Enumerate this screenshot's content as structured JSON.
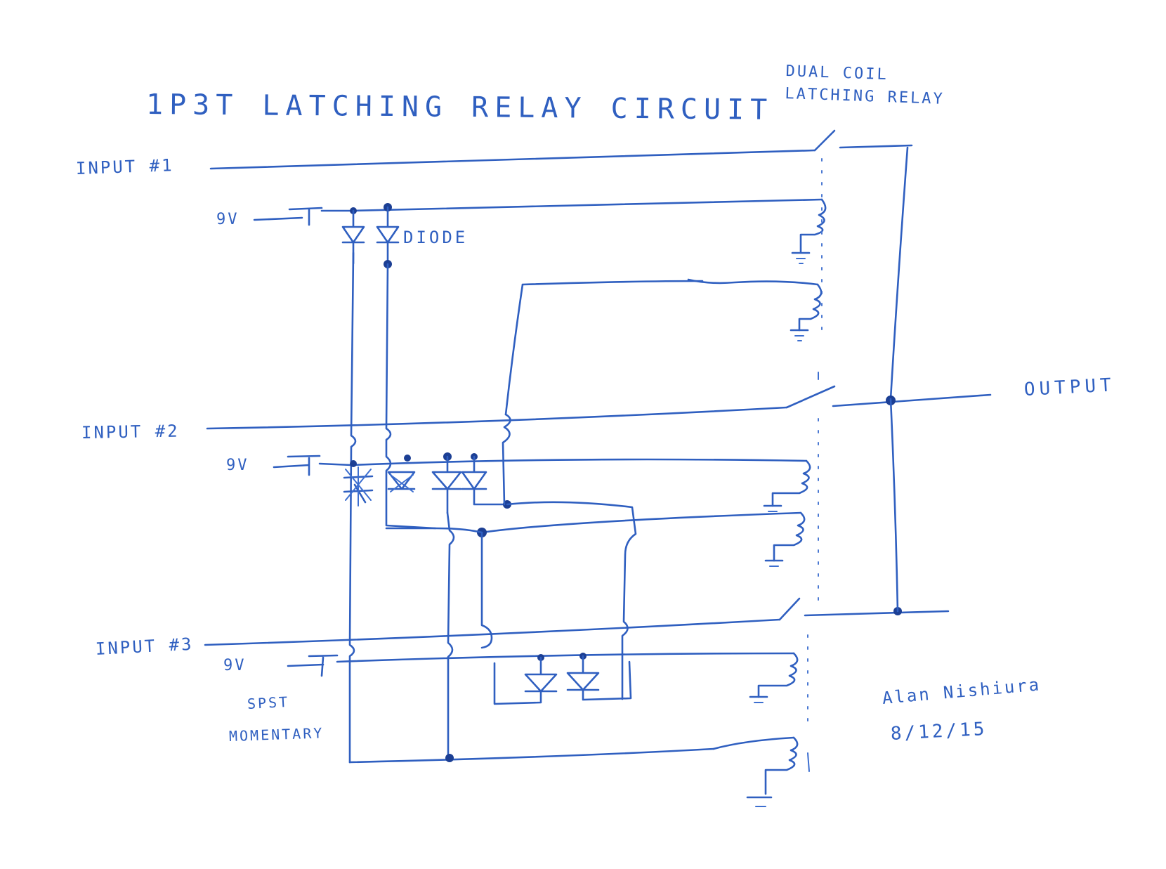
{
  "diagram": {
    "title": "1P3T LATCHING RELAY CIRCUIT",
    "relay_label_line1": "DUAL COIL",
    "relay_label_line2": "LATCHING RELAY",
    "inputs": [
      {
        "label": "INPUT #1",
        "supply": "9V"
      },
      {
        "label": "INPUT #2",
        "supply": "9V"
      },
      {
        "label": "INPUT #3",
        "supply": "9V"
      }
    ],
    "diode_label": "DIODE",
    "switch_label_line1": "SPST",
    "switch_label_line2": "MOMENTARY",
    "output_label": "OUTPUT",
    "author": "Alan Nishiura",
    "date": "8/12/15",
    "ink_color": "#2f5fc0",
    "paper_color": "#ffffff"
  }
}
